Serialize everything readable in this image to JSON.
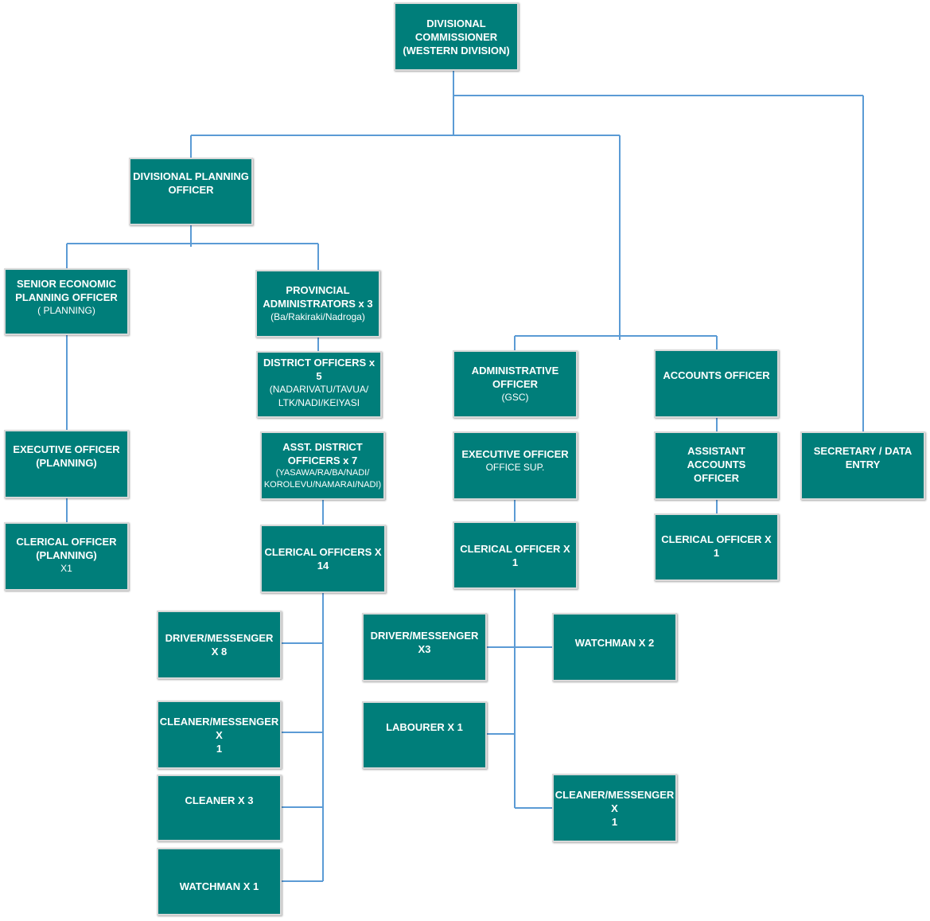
{
  "nodes": {
    "divisional_commissioner": [
      "DIVISIONAL",
      "COMMISSIONER",
      "(WESTERN DIVISION)"
    ],
    "divisional_planning_officer": [
      "DIVISIONAL PLANNING",
      "OFFICER"
    ],
    "senior_economic_planning_officer": [
      "SENIOR ECONOMIC",
      "PLANNING OFFICER",
      "( PLANNING)"
    ],
    "provincial_administrators": [
      "PROVINCIAL",
      "ADMINISTRATORS x 3",
      "(Ba/Rakiraki/Nadroga)"
    ],
    "district_officers": [
      "DISTRICT OFFICERS x 5",
      "(NADARIVATU/TAVUA/",
      "LTK/NADI/KEIYASI"
    ],
    "asst_district_officers": [
      "ASST. DISTRICT",
      "OFFICERS x 7",
      "(YASAWA/RA/BA/NADI/",
      "KOROLEVU/NAMARAI/NADI)"
    ],
    "clerical_officers_14": [
      "CLERICAL OFFICERS X 14"
    ],
    "executive_officer_planning": [
      "EXECUTIVE OFFICER",
      "(PLANNING)"
    ],
    "clerical_officer_planning": [
      "CLERICAL  OFFICER",
      "(PLANNING)",
      "X1"
    ],
    "driver_messenger_8": [
      "DRIVER/MESSENGER X 8"
    ],
    "cleaner_messenger_1_left": [
      "CLEANER/MESSENGER X",
      "1"
    ],
    "cleaner_3": [
      "CLEANER X 3"
    ],
    "watchman_1": [
      "WATCHMAN X 1"
    ],
    "administrative_officer": [
      "ADMINISTRATIVE",
      "OFFICER",
      "(GSC)"
    ],
    "executive_officer_office_sup": [
      "EXECUTIVE  OFFICER",
      "OFFICE SUP."
    ],
    "clerical_officer_x1_admin": [
      "CLERICAL OFFICER X  1"
    ],
    "driver_messenger_3": [
      "DRIVER/MESSENGER X3"
    ],
    "watchman_2": [
      "WATCHMAN X 2"
    ],
    "labourer_1": [
      "LABOURER X 1"
    ],
    "cleaner_messenger_1_right": [
      "CLEANER/MESSENGER X",
      "1"
    ],
    "accounts_officer": [
      "ACCOUNTS OFFICER"
    ],
    "assistant_accounts_officer": [
      "ASSISTANT ACCOUNTS",
      "OFFICER"
    ],
    "clerical_officer_x1_accounts": [
      "CLERICAL OFFICER X 1"
    ],
    "secretary_data_entry": [
      "SECRETARY / DATA",
      "ENTRY"
    ]
  },
  "colors": {
    "box_fill": "#007e7a",
    "box_border": "#d9d9d9",
    "connector": "#5b9bd5",
    "text": "#ffffff"
  }
}
